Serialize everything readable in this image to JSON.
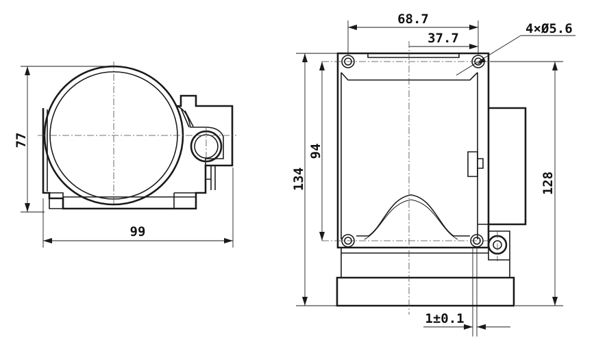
{
  "drawing": {
    "side_view": {
      "dim_height": "77",
      "dim_width": "99"
    },
    "front_view": {
      "dim_top_outer": "68.7",
      "dim_top_inner": "37.7",
      "dim_holes": "4×Ø5.6",
      "dim_left_outer": "134",
      "dim_left_inner": "94",
      "dim_right": "128",
      "dim_bottom": "1±0.1"
    }
  }
}
